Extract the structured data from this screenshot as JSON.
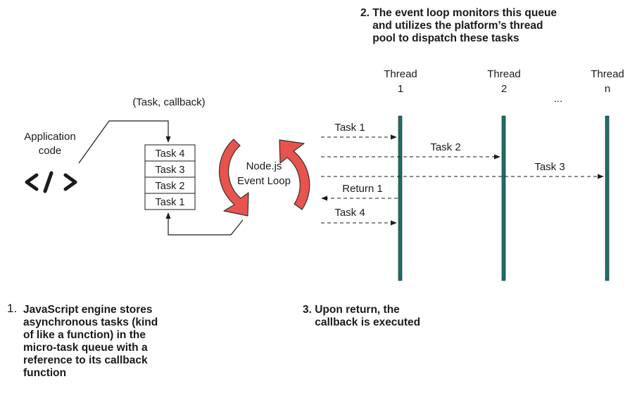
{
  "colors": {
    "ink": "#1a1a1a",
    "thread": "#1f6f6a",
    "loop_arrow": "#e8534d"
  },
  "app": {
    "label": "Application\ncode",
    "icon": "code-brackets-icon",
    "icon_text": "</>"
  },
  "queue": {
    "label": "(Task, callback)",
    "tasks": [
      "Task 4",
      "Task 3",
      "Task 2",
      "Task 1"
    ]
  },
  "event_loop": {
    "label": "Node.js\nEvent Loop",
    "icon": "circular-arrows-icon"
  },
  "threads": [
    {
      "label": "Thread\n1"
    },
    {
      "label": "Thread\n2"
    },
    {
      "label": "..."
    },
    {
      "label": "Thread\nn"
    }
  ],
  "messages": [
    {
      "label": "Task 1"
    },
    {
      "label": "Task 2"
    },
    {
      "label": "Task 3"
    },
    {
      "label": "Return 1"
    },
    {
      "label": "Task 4"
    }
  ],
  "notes": {
    "step1_number": "1.",
    "step1": "JavaScript engine stores\nasynchronous tasks (kind\nof like a function) in the\nmicro-task queue with a\nreference to its callback\nfunction",
    "step2": "2. The event loop monitors this queue\n    and utilizes the platform’s thread\n    pool to dispatch these tasks",
    "step3": "3. Upon return, the\n    callback is executed"
  }
}
